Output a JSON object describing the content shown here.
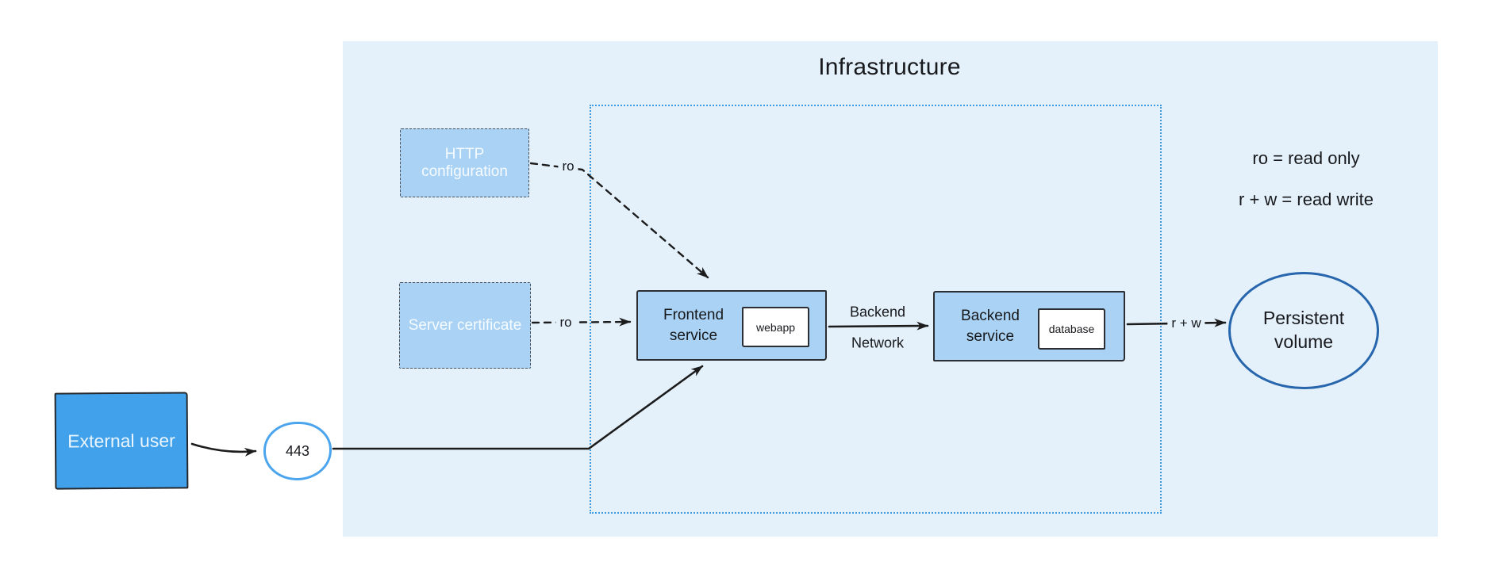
{
  "title": "Infrastructure",
  "legend": {
    "ro": "ro = read only",
    "rw": "r + w = read write"
  },
  "nodes": {
    "external_user": "External user",
    "port": "443",
    "http_config": "HTTP configuration",
    "server_cert": "Server certificate",
    "frontend_service": "Frontend service",
    "webapp": "webapp",
    "backend_service": "Backend service",
    "database": "database",
    "persistent_volume": "Persistent volume"
  },
  "edge_labels": {
    "cert_ro": "ro",
    "http_ro": "ro",
    "backend_network_line1": "Backend",
    "backend_network_line2": "Network",
    "rw": "r + w"
  },
  "colors": {
    "region_bg": "#e4f1fb",
    "boundary_dotted": "#3f9be0",
    "service_box_fill": "#a9d2f4",
    "config_box_fill": "#a9d2f4",
    "external_user_fill": "#41a1ea",
    "port_circle_border": "#4ba5ee",
    "volume_border": "#2766ad",
    "arrow": "#1c1c1c"
  }
}
